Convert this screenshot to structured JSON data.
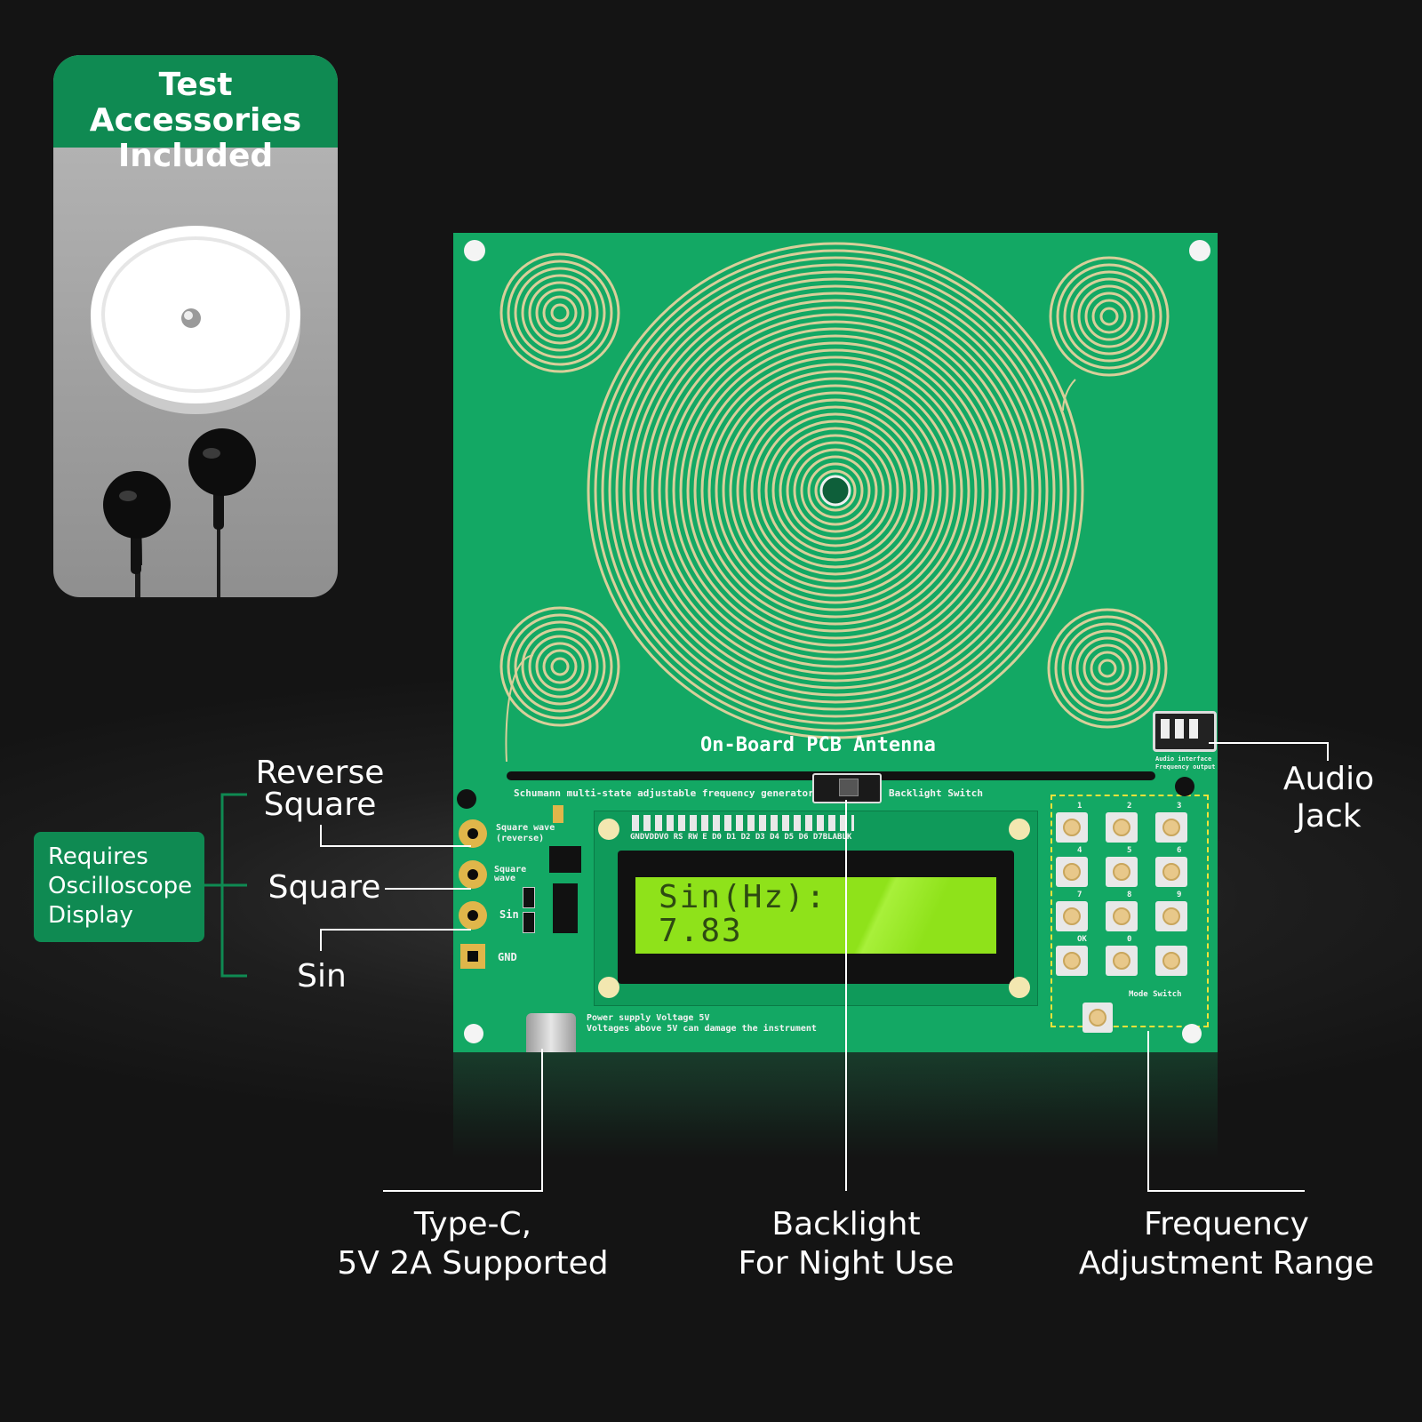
{
  "accessories": {
    "title_line1": "Test Accessories",
    "title_line2": "Included",
    "items_icons": [
      "test-disc-icon",
      "earphones-icon"
    ]
  },
  "board": {
    "antenna_label": "On-Board PCB Antenna",
    "generator_label": "Schumann multi-state adjustable frequency generator",
    "backlight_switch_label": "Backlight Switch",
    "audio_interface_line1": "Audio interface",
    "audio_interface_line2": "Frequency output",
    "square_wave_reverse_line1": "Square wave",
    "square_wave_reverse_line2": "(reverse)",
    "square_wave_line1": "Square",
    "square_wave_line2": "wave",
    "sin_pad": "Sin",
    "gnd_pad": "GND",
    "power_line1": "Power supply Voltage 5V",
    "power_line2": "Voltages above 5V can damage the instrument",
    "header_pins": "GNDVDDVO RS RW E D0 D1 D2 D3 D4 D5 D6 D7BLABLK",
    "mode_switch_label": "Mode Switch",
    "keypad_labels": [
      "1",
      "2",
      "3",
      "4",
      "5",
      "6",
      "7",
      "8",
      "9",
      "OK",
      "0",
      ""
    ],
    "lcd_line1": "Sin(Hz):",
    "lcd_line2": "7.83"
  },
  "callouts": {
    "reverse_square_line1": "Reverse",
    "reverse_square_line2": "Square",
    "square": "Square",
    "sin": "Sin",
    "oscilloscope_line1": "Requires",
    "oscilloscope_line2": "Oscilloscope",
    "oscilloscope_line3": "Display",
    "audio_jack_line1": "Audio",
    "audio_jack_line2": "Jack",
    "typec_line1": "Type-C,",
    "typec_line2": "5V 2A Supported",
    "backlight_line1": "Backlight",
    "backlight_line2": "For Night Use",
    "frequency_line1": "Frequency",
    "frequency_line2": "Adjustment Range"
  },
  "colors": {
    "background": "#161616",
    "brand_green": "#0f8a52",
    "pcb_green": "#13a864",
    "copper_gold": "#d8cf9a",
    "lcd_green": "#8fe21a"
  }
}
